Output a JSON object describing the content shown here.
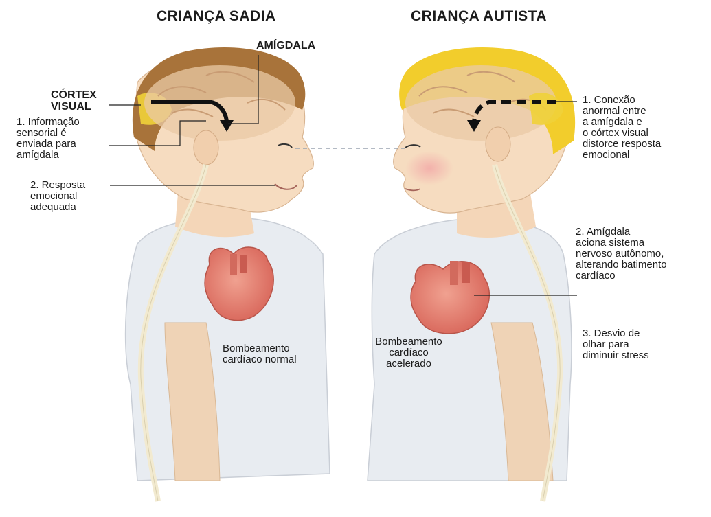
{
  "titles": {
    "left": "CRIANÇA SADIA",
    "right": "CRIANÇA AUTISTA"
  },
  "labels": {
    "amigdala": "AMÍGDALA",
    "cortex_visual": "CÓRTEX\nVISUAL",
    "left_1": "1. Informação\nsensorial é\nenviada para\namígdala",
    "left_2": "2. Resposta\nemocional\nadequada",
    "left_heart": "Bombeamento\ncardíaco normal",
    "right_1": "1. Conexão\nanormal entre\na amígdala e\no córtex visual\ndistorce resposta\nemocional",
    "right_2": "2. Amígdala\naciona sistema\nnervoso autônomo,\nalterando batimento\ncardíaco",
    "right_3": "3. Desvio de\nolhar para\ndiminuir stress",
    "right_heart": "Bombeamento\ncardíaco\nacelerado"
  },
  "colors": {
    "left_hair": "#a8733a",
    "right_hair": "#f2cd2c",
    "skin": "#f6dcc0",
    "shirt": "#e8ecf1",
    "heart": "#e27b6d",
    "brain": "#e9c9a6",
    "cortex_highlight": "#efd23a",
    "nerve": "#f2ead0"
  }
}
